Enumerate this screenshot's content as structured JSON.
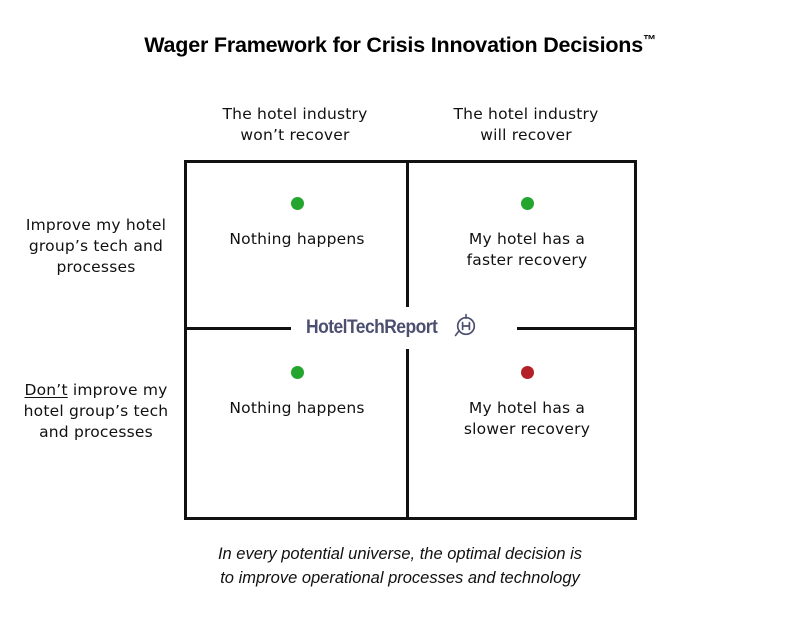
{
  "title": {
    "main": "Wager Framework for Crisis Innovation Decisions",
    "trademark": "™"
  },
  "colors": {
    "positive_dot": "#23a52e",
    "negative_dot": "#b41f28",
    "border": "#111111",
    "logo": "#4c4f70",
    "background": "#ffffff"
  },
  "columns": [
    {
      "line1": "The hotel industry",
      "line2": "won’t recover"
    },
    {
      "line1": "The hotel industry",
      "line2": "will recover"
    }
  ],
  "rows": [
    {
      "line1": "Improve my hotel",
      "line2": "group’s tech and",
      "line3": "processes",
      "underlined_prefix": ""
    },
    {
      "underlined_prefix": "Don’t",
      "line1_rest": " improve my",
      "line2": "hotel group’s tech",
      "line3": "and processes"
    }
  ],
  "quadrants": {
    "top_left": {
      "dot": "positive",
      "line1": "Nothing happens",
      "line2": ""
    },
    "top_right": {
      "dot": "positive",
      "line1": "My hotel has a",
      "line2": "faster recovery"
    },
    "bottom_left": {
      "dot": "positive",
      "line1": "Nothing happens",
      "line2": ""
    },
    "bottom_right": {
      "dot": "negative",
      "line1": "My hotel has a",
      "line2": "slower recovery"
    }
  },
  "logo": {
    "text": "HotelTechReport",
    "mark": "hoteltechreport-circle-h-icon"
  },
  "footer": {
    "line1": "In every potential universe, the optimal decision is",
    "line2": "to improve operational processes and technology"
  },
  "chart_data": {
    "type": "table",
    "title": "Wager Framework for Crisis Innovation Decisions™",
    "xlabel": "",
    "ylabel": "",
    "grid": true,
    "legend": "none",
    "categories": [
      "The hotel industry won’t recover",
      "The hotel industry will recover"
    ],
    "series": [
      {
        "name": "Improve my hotel group’s tech and processes",
        "values": [
          "Nothing happens",
          "My hotel has a faster recovery"
        ],
        "outcomes": [
          "positive",
          "positive"
        ]
      },
      {
        "name": "Don’t improve my hotel group’s tech and processes",
        "values": [
          "Nothing happens",
          "My hotel has a slower recovery"
        ],
        "outcomes": [
          "positive",
          "negative"
        ]
      }
    ],
    "annotations": [
      "In every potential universe, the optimal decision is to improve operational processes and technology"
    ]
  }
}
